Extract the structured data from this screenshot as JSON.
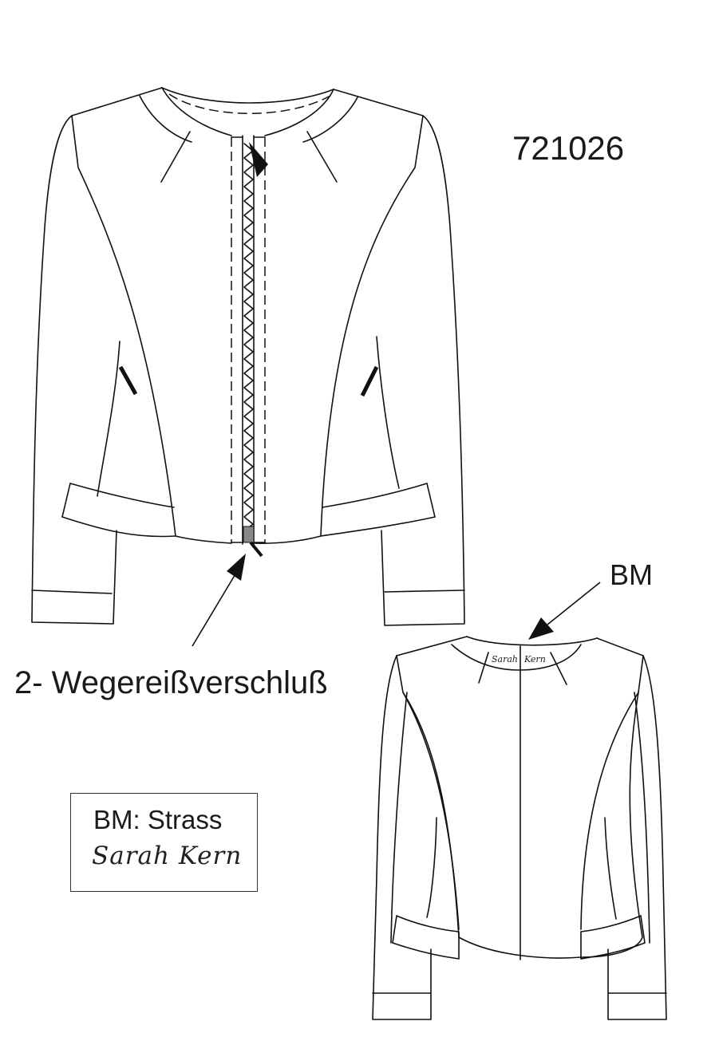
{
  "model_number": "721026",
  "annotations": {
    "zipper_label": "2- Wegereißverschluß",
    "back_label": "BM"
  },
  "legend": {
    "title": "BM: Strass",
    "signature": "Sarah Kern"
  },
  "back_neck_label": {
    "left": "Sarah",
    "right": "Kern"
  }
}
